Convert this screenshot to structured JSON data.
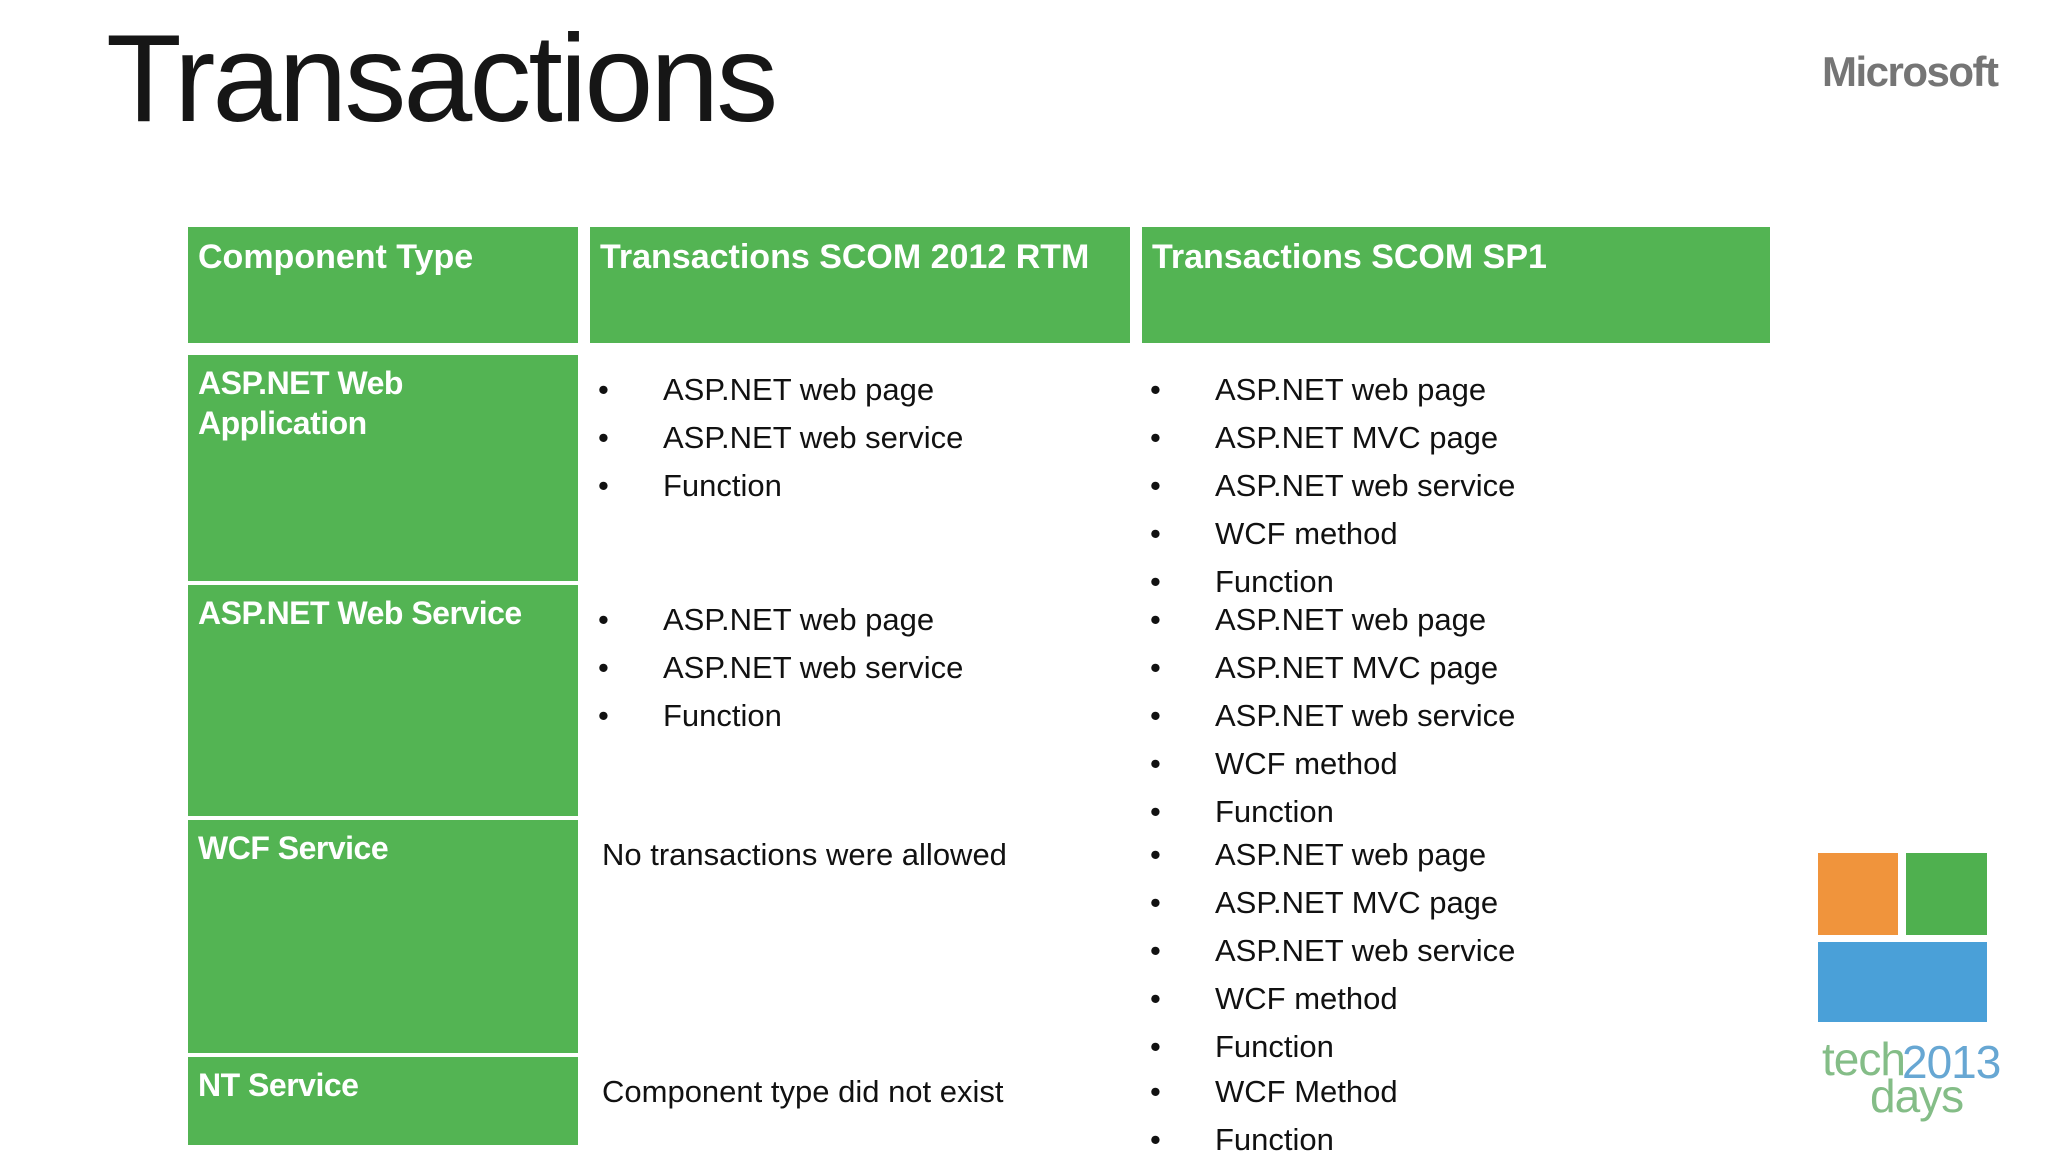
{
  "title": "Transactions",
  "glyphs": {
    "bullet": "•"
  },
  "brand": {
    "microsoft": "Microsoft"
  },
  "table": {
    "columns": [
      {
        "label": "Component Type"
      },
      {
        "label": "Transactions SCOM 2012 RTM"
      },
      {
        "label": "Transactions SCOM SP1"
      }
    ],
    "rows": [
      {
        "component": "ASP.NET Web Application",
        "rtm": {
          "items": [
            "ASP.NET web page",
            "ASP.NET web service",
            "Function"
          ]
        },
        "sp1": {
          "items": [
            "ASP.NET web page",
            "ASP.NET MVC page",
            "ASP.NET web service",
            "WCF method",
            "Function"
          ]
        }
      },
      {
        "component": "ASP.NET Web Service",
        "rtm": {
          "items": [
            "ASP.NET web page",
            "ASP.NET web service",
            "Function"
          ]
        },
        "sp1": {
          "items": [
            "ASP.NET web page",
            "ASP.NET MVC page",
            "ASP.NET web service",
            "WCF method",
            "Function"
          ]
        }
      },
      {
        "component": "WCF Service",
        "rtm": {
          "text": "No transactions were allowed"
        },
        "sp1": {
          "items": [
            "ASP.NET web page",
            "ASP.NET MVC page",
            "ASP.NET web service",
            "WCF method",
            "Function"
          ]
        }
      },
      {
        "component": "NT Service",
        "rtm": {
          "text": "Component type did not exist"
        },
        "sp1": {
          "items": [
            "WCF Method",
            "Function"
          ]
        }
      }
    ]
  },
  "techdays": {
    "tech": "tech",
    "year": "2013",
    "days": "days"
  },
  "colors": {
    "table_green": "#53b453",
    "logo_orange": "#f0943c",
    "logo_green": "#4fb04f",
    "logo_blue": "#4aa0d8",
    "wordmark_green": "#84bd87",
    "wordmark_blue": "#67a7d3",
    "microsoft_gray": "#757575"
  }
}
